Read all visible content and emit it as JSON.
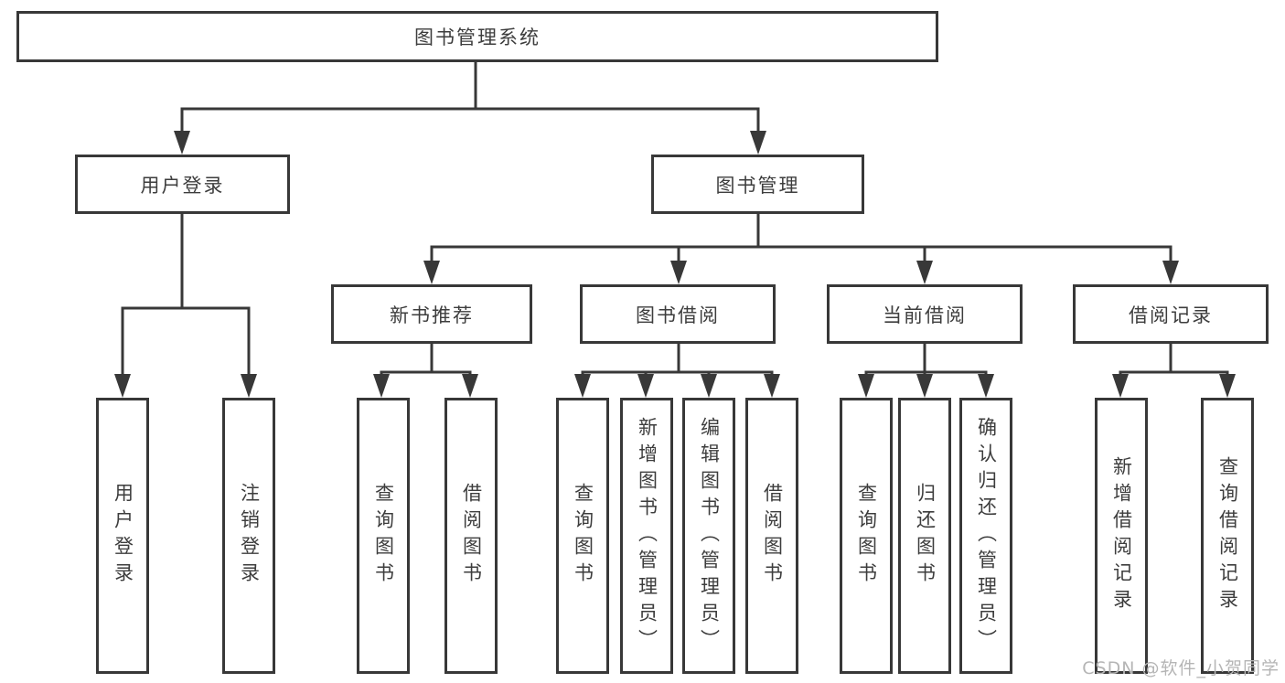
{
  "title": "图书管理系统",
  "watermark": "CSDN @软件_小贺同学",
  "colors": {
    "line": "#383838",
    "text": "#3d3d3d",
    "background": "#ffffff",
    "watermark": "#b5b5b5"
  },
  "nodes": {
    "root": "图书管理系统",
    "userLogin": "用户登录",
    "bookMgmt": "图书管理",
    "newBook": "新书推荐",
    "borrow": "图书借阅",
    "current": "当前借阅",
    "records": "借阅记录"
  },
  "leaves": {
    "userLogin": [
      "用户登录",
      "注销登录"
    ],
    "newBook": [
      "查询图书",
      "借阅图书"
    ],
    "borrow": [
      "查询图书",
      "新增图书（管理员）",
      "编辑图书（管理员）",
      "借阅图书"
    ],
    "current": [
      "查询图书",
      "归还图书",
      "确认归还（管理员）"
    ],
    "records": [
      "新增借阅记录",
      "查询借阅记录"
    ]
  }
}
